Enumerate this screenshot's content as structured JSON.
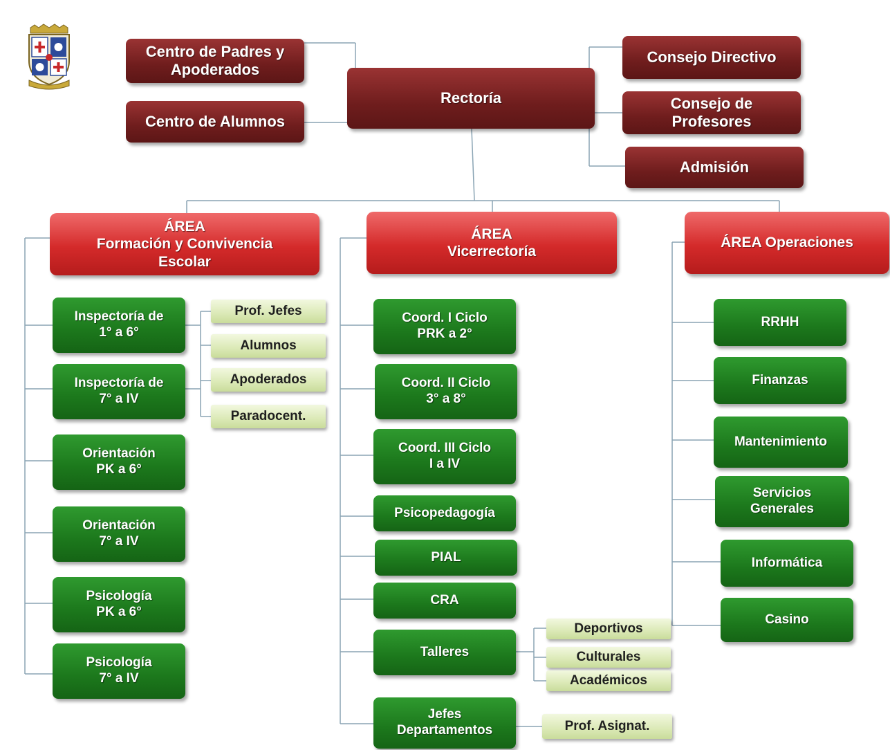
{
  "colors": {
    "top_box": "#6f1d1d",
    "area_box": "#d42a2a",
    "unit_box": "#1c781c",
    "sub_box": "#dbe9b6",
    "connector": "#8aa4b4"
  },
  "logo": {
    "icon": "school-crest-icon"
  },
  "top": {
    "centro_padres": "Centro de Padres y\nApoderados",
    "centro_alumnos": "Centro de Alumnos",
    "rectoria": "Rectoría",
    "consejo_directivo": "Consejo Directivo",
    "consejo_profesores": "Consejo de\nProfesores",
    "admision": "Admisión"
  },
  "areas": {
    "formacion": {
      "title": "ÁREA\nFormación y Convivencia\nEscolar",
      "units": [
        "Inspectoría de\n1° a 6°",
        "Inspectoría de\n7° a IV",
        "Orientación\nPK a 6°",
        "Orientación\n7° a IV",
        "Psicología\nPK a 6°",
        "Psicología\n7° a IV"
      ],
      "sub_units": [
        "Prof. Jefes",
        "Alumnos",
        "Apoderados",
        "Paradocent."
      ]
    },
    "vicerrectoria": {
      "title": "ÁREA\nVicerrectoría",
      "units": [
        "Coord. I Ciclo\nPRK a 2°",
        "Coord. II Ciclo\n3° a 8°",
        "Coord. III Ciclo\nI a IV",
        "Psicopedagogía",
        "PIAL",
        "CRA",
        "Talleres",
        "Jefes\nDepartamentos"
      ],
      "talleres_sub": [
        "Deportivos",
        "Culturales",
        "Académicos"
      ],
      "jefes_sub": [
        "Prof. Asignat."
      ]
    },
    "operaciones": {
      "title": "ÁREA Operaciones",
      "units": [
        "RRHH",
        "Finanzas",
        "Mantenimiento",
        "Servicios\nGenerales",
        "Informática",
        "Casino"
      ]
    }
  }
}
